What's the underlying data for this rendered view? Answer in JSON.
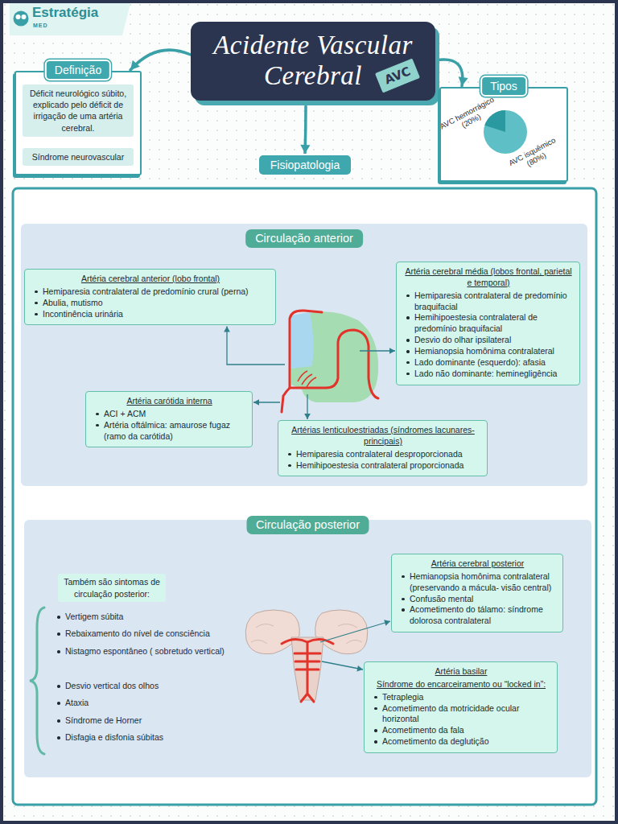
{
  "diagram": {
    "nodes": [
      {
        "text": [
          "Acidente Vascular Cerebral"
        ]
      },
      {
        "text": [
          "AVC"
        ],
        "in": 0
      },
      {
        "text": [
          "Definição"
        ]
      },
      {
        "text": [
          "Déficit neurológico súbito, explicado pelo déficit de irrigação de uma artéria cerebral."
        ],
        "in": 2
      },
      {
        "text": [
          "Síndrome neurovascular"
        ],
        "in": 2
      },
      {
        "text": [
          "Tipos"
        ]
      },
      {
        "text": [
          "Fisiopatologia"
        ]
      },
      {
        "text": [
          "Circulação anterior"
        ]
      },
      {
        "text": [
          "Artéria cerebral anterior (lobo frontal)",
          "Hemiparesia contralateral de predomínio crural (perna)",
          "Abulia, mutismo",
          "Incontinência urinária"
        ],
        "in": 7
      },
      {
        "text": [
          "Artéria cerebral média (lobos frontal, parietal e temporal)",
          "Hemiparesia contralateral de predomínio braquifacial",
          "Hemihipoestesia contralateral de predomínio braquifacial",
          "Desvio do olhar ipsilateral",
          "Hemianopsia homônima contralateral",
          "Lado dominante (esquerdo): afasia",
          "Lado não dominante: heminegligência"
        ],
        "in": 7
      },
      {
        "text": [
          "Artéria carótida interna",
          "ACI + ACM",
          "Artéria oftálmica: amaurose fugaz (ramo da carótida)"
        ],
        "in": 7
      },
      {
        "text": [
          "Artérias lenticuloestriadas (síndromes lacunares- principais)",
          "Hemiparesia contralateral desproporcionada",
          "Hemihipoestesia contralateral proporcionada"
        ],
        "in": 7
      },
      {
        "text": [
          "Circulação posterior"
        ]
      },
      {
        "text": [
          "Também são sintomas de circulação posterior:"
        ],
        "in": 12
      },
      {
        "text": [
          "Artéria cerebral posterior",
          "Hemianopsia homônima contralateral (preservando a mácula- visão central)",
          "Confusão mental",
          "Acometimento do tálamo: síndrome dolorosa contralateral"
        ],
        "in": 12
      },
      {
        "text": [
          "Artéria basilar",
          "Síndrome do encarceiramento ou “locked in”:",
          "Tetraplegia",
          "Acometimento da motricidade ocular horizontal",
          "Acometimento da fala",
          "Acometimento da deglutição"
        ],
        "in": 12
      }
    ],
    "edges": [
      {
        "from": 0,
        "to": 2,
        "arrow": "to"
      },
      {
        "from": 0,
        "to": 5,
        "arrow": "to"
      },
      {
        "from": 0,
        "to": 6,
        "arrow": "to"
      },
      {
        "from": 3,
        "to": 4,
        "arrow": "to"
      }
    ],
    "labels": [
      "Estratégia",
      "MED",
      "AVC hemorrágico (20%)",
      "AVC isquêmico (80%)",
      "Vertigem súbita",
      "Rebaixamento do nível de consciência",
      "Nistagmo espontâneo ( sobretudo vertical)",
      "Desvio vertical dos olhos",
      "Ataxia",
      "Síndrome de Horner",
      "Disfagia e disfonia súbitas"
    ]
  }
}
